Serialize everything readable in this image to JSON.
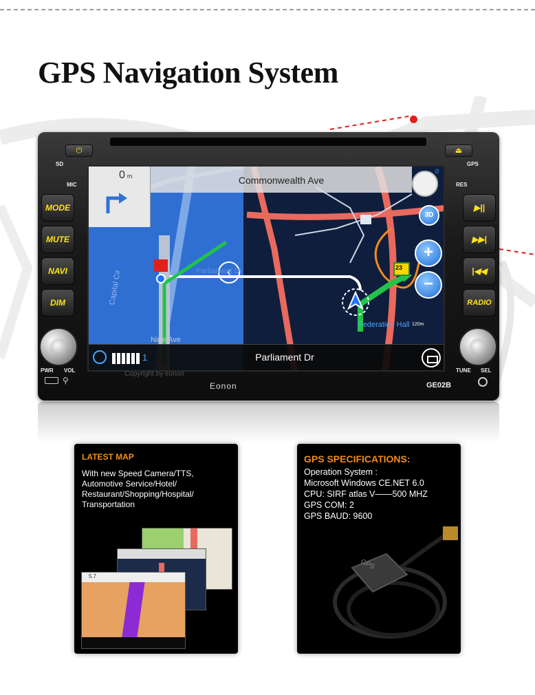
{
  "page": {
    "headline": "GPS Navigation System"
  },
  "unit": {
    "labels": {
      "sd": "SD",
      "gps": "GPS",
      "mic": "MIC",
      "res": "RES",
      "pwr": "PWR",
      "vol": "VOL",
      "tune": "TUNE",
      "sel": "SEL"
    },
    "left_buttons": [
      "MODE",
      "MUTE",
      "NAVI",
      "DIM"
    ],
    "right_buttons": [
      "▶||",
      "▶▶|",
      "|◀◀",
      "RADIO"
    ],
    "brand": "Eonon",
    "model": "GE02B"
  },
  "navigation": {
    "street_top": "Commonwealth Ave",
    "distance": "0",
    "distance_unit": "m",
    "bottom_street": "Parliament Dr",
    "volume_level": "1",
    "route_marker": "23",
    "btn_3d": "3D",
    "zoom_in": "+",
    "zoom_out": "−",
    "road_labels": {
      "parliament": "Parliament Dr",
      "federation": "Federation Hall",
      "capital": "Capital Cir",
      "nine": "Nine Ave"
    },
    "scale": "120m",
    "watermark": "Copyright by eonon",
    "compass_count": "0"
  },
  "cards": {
    "latest_map": {
      "title": "LATEST MAP",
      "text": [
        "With new Speed Camera/TTS,",
        "Automotive Service/Hotel/",
        "Restaurant/Shopping/Hospital/",
        "Transportation"
      ],
      "thumb_distance": "5.7"
    },
    "gps_specs": {
      "title": "GPS SPECIFICATIONS:",
      "lines": [
        "Operation System :",
        "Microsoft Windows CE.NET 6.0",
        "CPU: SIRF atlas V——500 MHZ",
        "GPS COM:  2",
        "GPS BAUD:  9600"
      ],
      "antenna_label": "GPS"
    }
  },
  "colors": {
    "accent": "#f08c1e",
    "button_text": "#ffe21a",
    "map_blue": "#2d6fd8",
    "route_green": "#23c34b"
  }
}
